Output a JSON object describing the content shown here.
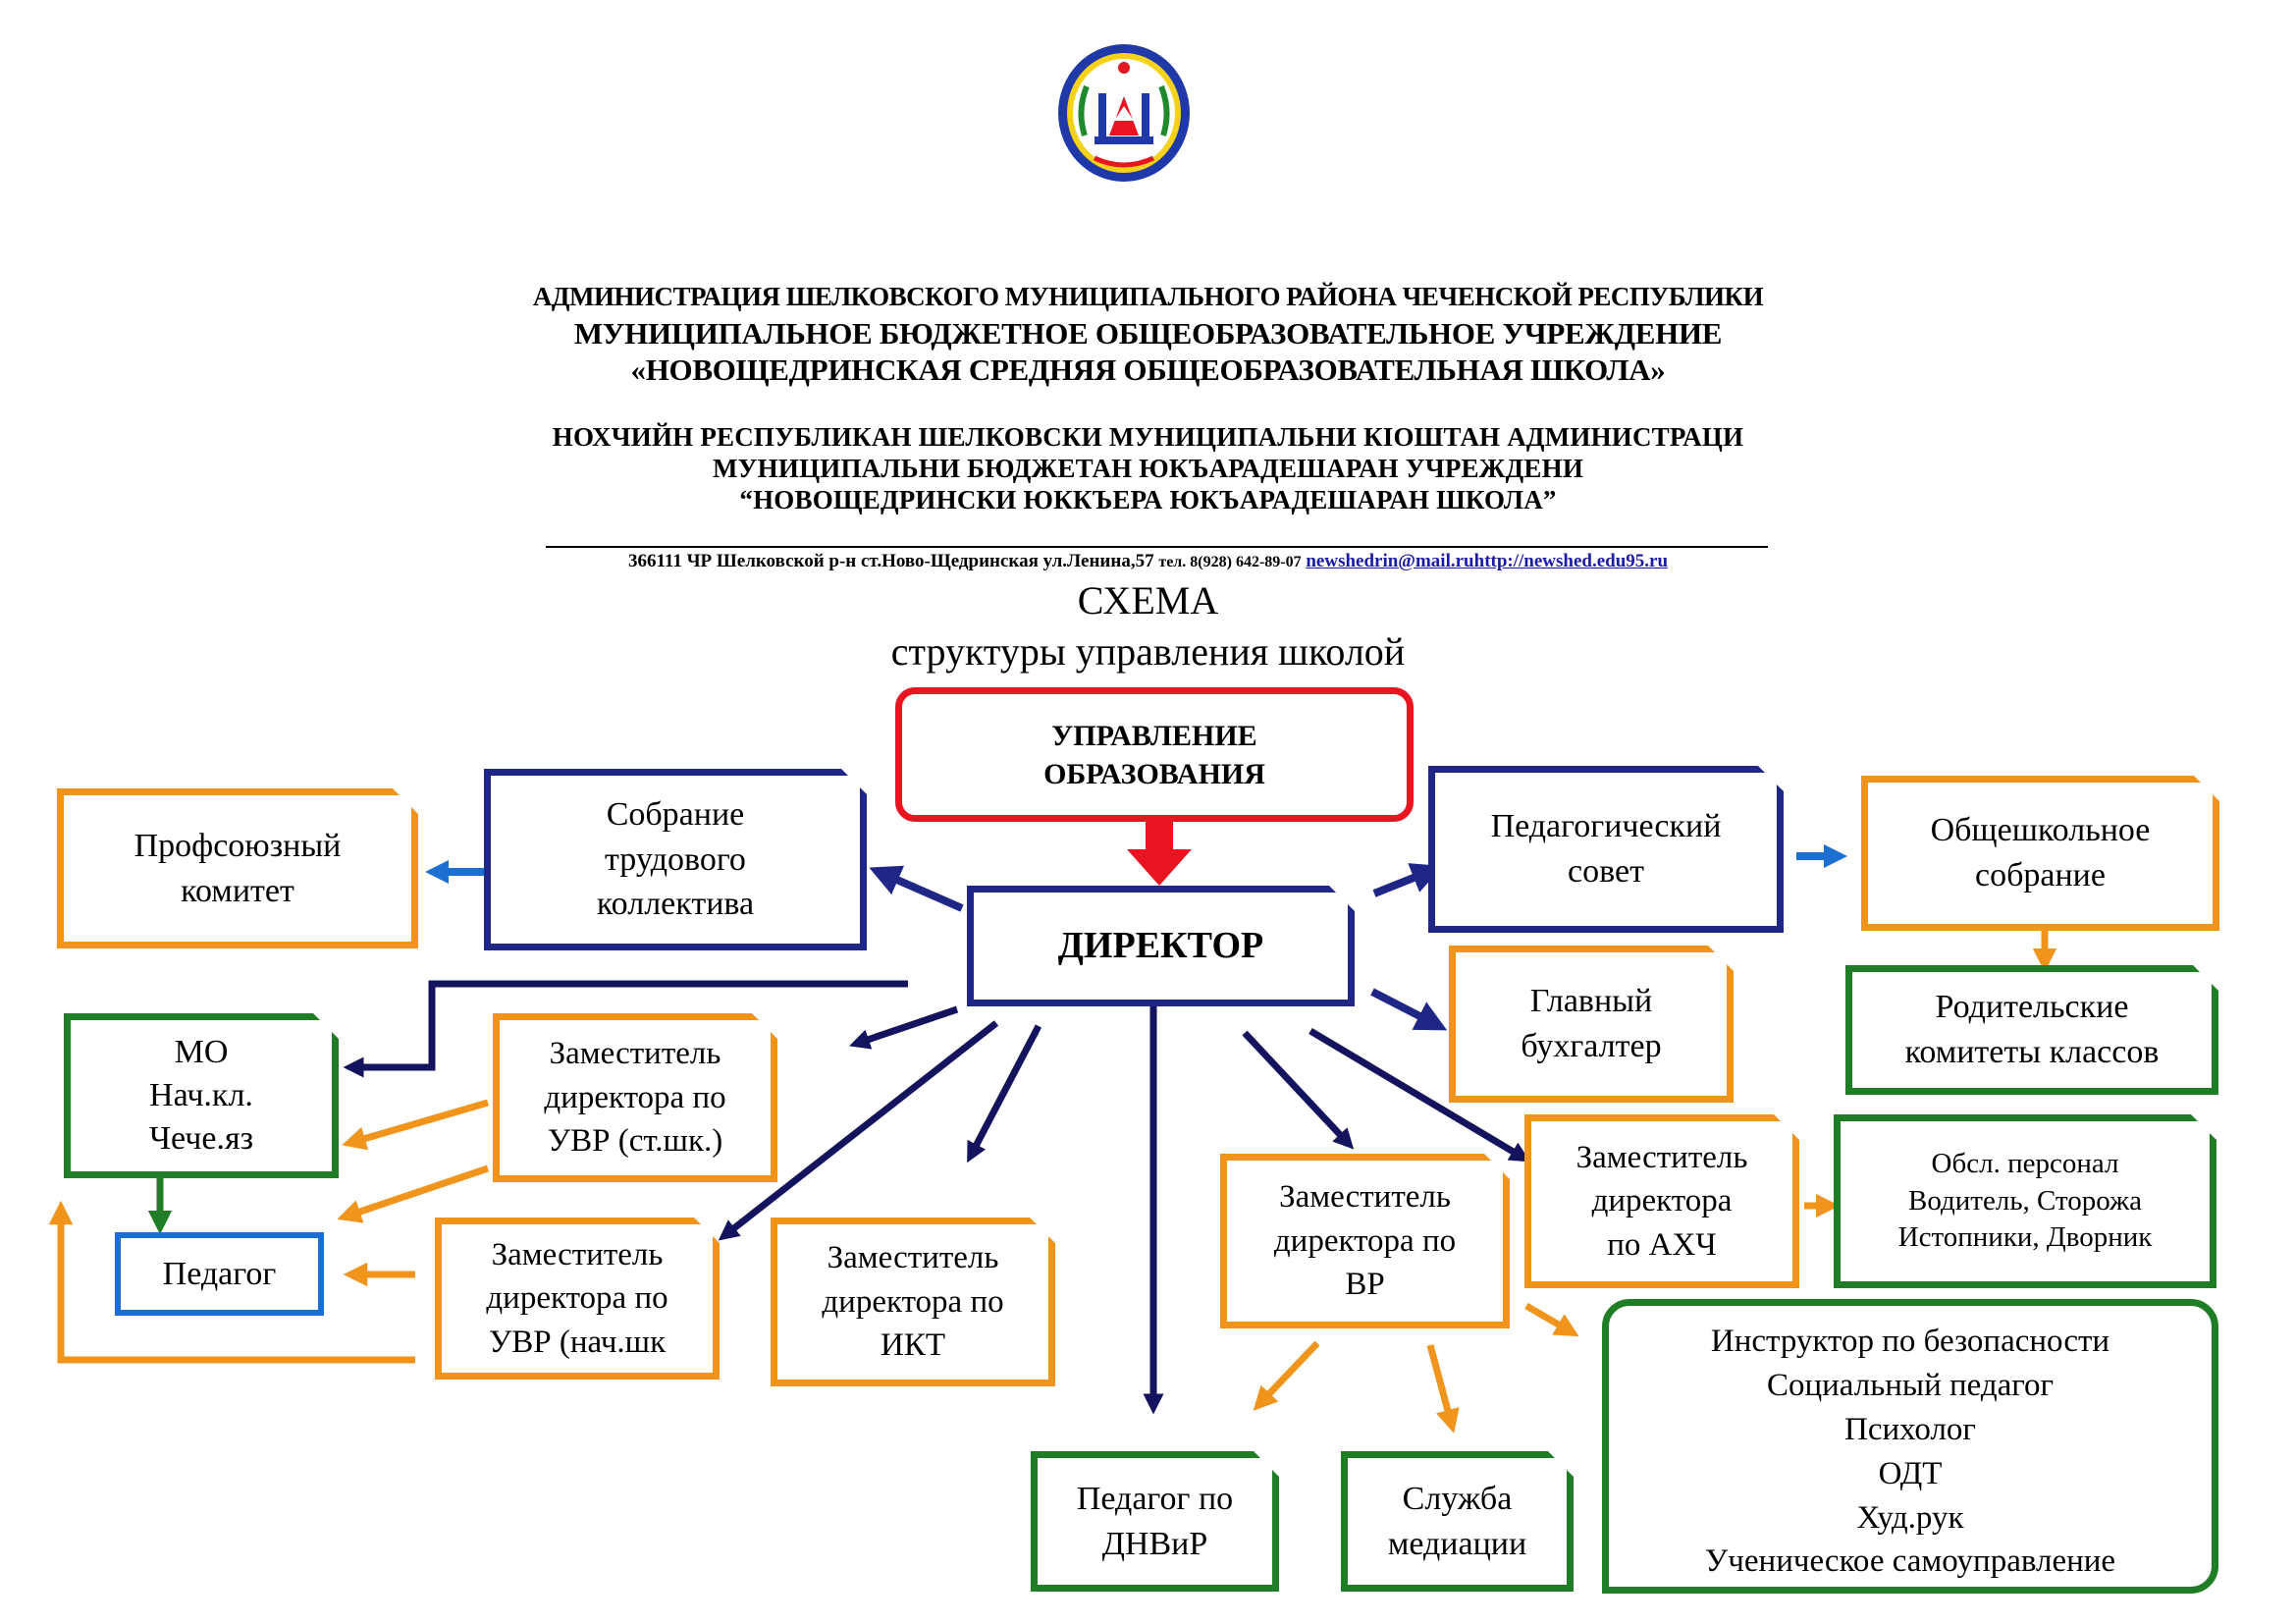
{
  "header": {
    "line1": "АДМИНИСТРАЦИЯ ШЕЛКОВСКОГО МУНИЦИПАЛЬНОГО РАЙОНА ЧЕЧЕНСКОЙ РЕСПУБЛИКИ",
    "line2": "МУНИЦИПАЛЬНОЕ БЮДЖЕТНОЕ ОБЩЕОБРАЗОВАТЕЛЬНОЕ УЧРЕЖДЕНИЕ",
    "line3": "«НОВОЩЕДРИНСКАЯ СРЕДНЯЯ ОБЩЕОБРАЗОВАТЕЛЬНАЯ ШКОЛА»",
    "line4": "НОХЧИЙН  РЕСПУБЛИКАН  ШЕЛКОВСКИ МУНИЦИПАЛЬНИ  КІОШТАН АДМИНИСТРАЦИ",
    "line5": "МУНИЦИПАЛЬНИ  БЮДЖЕТАН ЮКЪАРАДЕШАРАН  УЧРЕЖДЕНИ",
    "line6": "“НОВОЩЕДРИНСКИ ЮККЪЕРА  ЮКЪАРАДЕШАРАН  ШКОЛА”",
    "address": "366111 ЧР Шелковской р-н ст.Ново-Щедринская ул.Ленина,57",
    "phone": "тел. 8(928) 642-89-07",
    "email": "newshedrin@mail.ru",
    "site": "http://newshed.edu95.ru"
  },
  "title": {
    "line1": "СХЕМА",
    "line2": "структуры управления школой"
  },
  "colors": {
    "red": "#e8141f",
    "navy": "#1f2685",
    "orange": "#f0941c",
    "green": "#1f7d25",
    "blue": "#1b6fd1"
  },
  "emblem": {
    "icon": "chechen-republic-emblem-icon"
  },
  "boxes": {
    "upravlenie": "УПРАВЛЕНИЕ\nОБРАЗОВАНИЯ",
    "direktor": "ДИРЕКТОР",
    "sobranie": "Собрание\nтрудового\nколлектива",
    "profsoyuz": "Профсоюзный\nкомитет",
    "pedsovet": "Педагогический\nсовет",
    "obsh_sobranie": "Общешкольное\nсобрание",
    "roditel": "Родительские\nкомитеты классов",
    "buhgalter": "Главный\nбухгалтер",
    "mo": "МО\nНач.кл.\nЧече.яз",
    "pedagog": "Педагог",
    "zam_uvr_st": "Заместитель\nдиректора по\nУВР (ст.шк.)",
    "zam_uvr_nach": "Заместитель\nдиректора по\nУВР (нач.шк",
    "zam_ikt": "Заместитель\nдиректора по\nИКТ",
    "zam_vr": "Заместитель\nдиректора по\nВР",
    "zam_ahch": "Заместитель\nдиректора\nпо АХЧ",
    "obsl": "Обсл. персонал\nВодитель, Сторожа\nИстопники, Дворник",
    "instr": "Инструктор по безопасности\nСоциальный педагог\nПсихолог\nОДТ\nХуд.рук\nУченическое самоуправление",
    "ped_dnvir": "Педагог по\nДНВиР",
    "mediacia": "Служба\nмедиации"
  }
}
